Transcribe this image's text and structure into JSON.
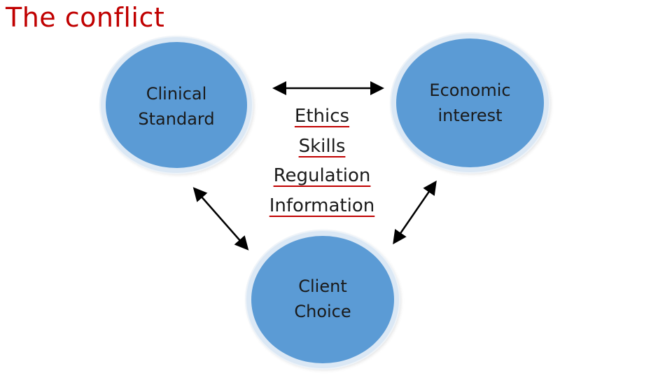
{
  "title": "The conflict",
  "nodes": {
    "clinical": [
      "Clinical",
      "Standard"
    ],
    "economic": [
      "Economic",
      "interest"
    ],
    "client": [
      "Client",
      "Choice"
    ]
  },
  "factors": [
    "Ethics",
    "Skills",
    "Regulation",
    "Information"
  ],
  "colors": {
    "title": "#c00000",
    "node_fill": "#5b9bd5",
    "underline": "#c00000",
    "arrow": "#000000"
  }
}
